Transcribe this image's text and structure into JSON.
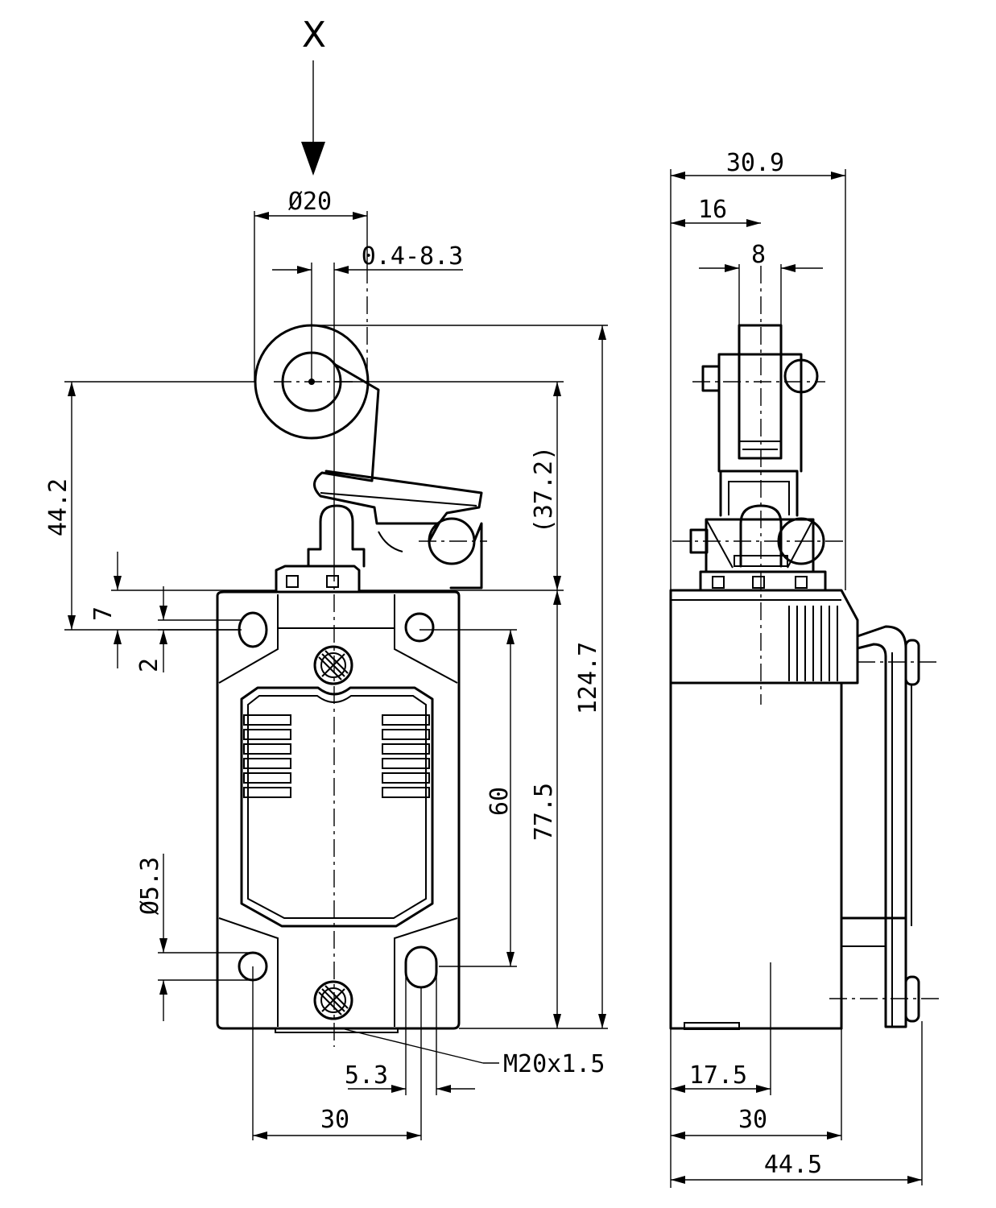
{
  "view_marker": "X",
  "front_view": {
    "dimensions": {
      "roller_diameter": "Ø20",
      "offset_range": "0.4-8.3",
      "lever_height": "44.2",
      "dim_7": "7",
      "dim_2": "2",
      "overall_height": "124.7",
      "ref_height": "(37.2)",
      "body_height": "77.5",
      "hole_spacing_v": "60",
      "hole_diameter": "Ø5.3",
      "slot_width": "5.3",
      "hole_spacing_h": "30"
    },
    "callouts": {
      "thread": "M20x1.5"
    }
  },
  "side_view": {
    "dimensions": {
      "overall_width": "30.9",
      "roller_center": "16",
      "roller_width": "8",
      "center_offset": "17.5",
      "body_depth": "30",
      "total_depth": "44.5"
    }
  }
}
